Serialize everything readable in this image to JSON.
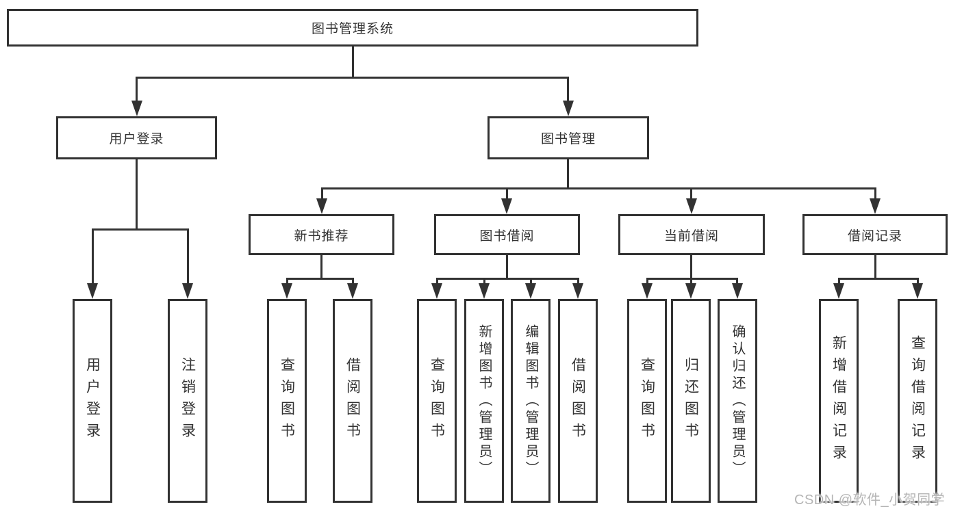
{
  "colors": {
    "line": "#323232",
    "text": "#333333",
    "background": "#ffffff",
    "watermark": "#b5b5b5"
  },
  "watermark": {
    "text": "CSDN @软件_小贺同学"
  },
  "tree": {
    "root": {
      "label": "图书管理系统"
    },
    "level2": [
      {
        "label": "用户登录"
      },
      {
        "label": "图书管理"
      }
    ],
    "level3": [
      {
        "label": "新书推荐"
      },
      {
        "label": "图书借阅"
      },
      {
        "label": "当前借阅"
      },
      {
        "label": "借阅记录"
      }
    ],
    "leaves": {
      "user_login": [
        {
          "label": "用户登录"
        },
        {
          "label": "注销登录"
        }
      ],
      "new_books": [
        {
          "label": "查询图书"
        },
        {
          "label": "借阅图书"
        }
      ],
      "book_borrow": [
        {
          "label": "查询图书"
        },
        {
          "label": "新增图书（管理员）"
        },
        {
          "label": "编辑图书（管理员）"
        },
        {
          "label": "借阅图书"
        }
      ],
      "current_borrow": [
        {
          "label": "查询图书"
        },
        {
          "label": "归还图书"
        },
        {
          "label": "确认归还（管理员）"
        }
      ],
      "borrow_records": [
        {
          "label": "新增借阅记录"
        },
        {
          "label": "查询借阅记录"
        }
      ]
    }
  }
}
